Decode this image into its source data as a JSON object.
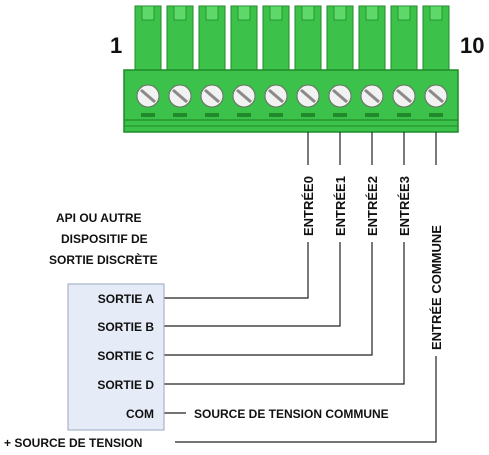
{
  "terminal_block": {
    "left_number": "1",
    "right_number": "10",
    "pin_count": 10,
    "color_main": "#3cc24a",
    "color_dark": "#1f8a2a"
  },
  "inputs": [
    {
      "label": "ENTRÉE0"
    },
    {
      "label": "ENTRÉE1"
    },
    {
      "label": "ENTRÉE2"
    },
    {
      "label": "ENTRÉE3"
    },
    {
      "label": "ENTRÉE COMMUNE"
    }
  ],
  "device": {
    "title_lines": [
      "API OU AUTRE",
      "DISPOSITIF DE",
      "SORTIE DISCRÈTE"
    ],
    "box_color": "#e6ecf7",
    "outputs": [
      {
        "label": "SORTIE A"
      },
      {
        "label": "SORTIE B"
      },
      {
        "label": "SORTIE C"
      },
      {
        "label": "SORTIE D"
      },
      {
        "label": "COM"
      }
    ]
  },
  "com_source_label": "SOURCE DE TENSION COMMUNE",
  "plus_source_label": "+ SOURCE DE TENSION"
}
